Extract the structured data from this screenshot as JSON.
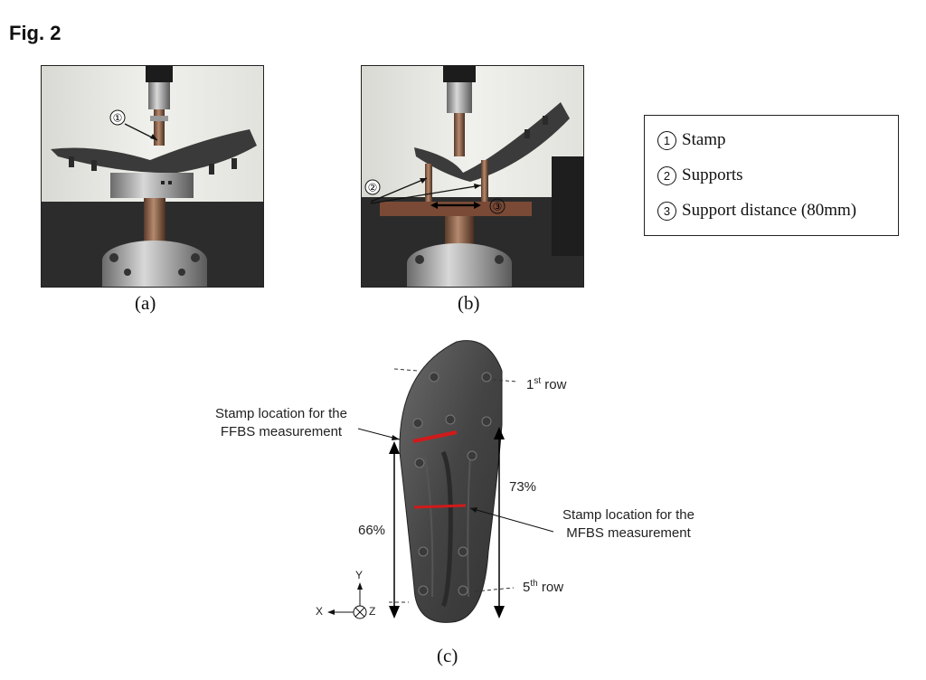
{
  "figure": {
    "title": "Fig. 2"
  },
  "panels": {
    "a": {
      "caption": "(a)",
      "marker": "①"
    },
    "b": {
      "caption": "(b)",
      "marker_supports": "②",
      "marker_distance": "③"
    },
    "c": {
      "caption": "(c)"
    }
  },
  "legend": {
    "items": [
      {
        "num": "1",
        "label": "Stamp"
      },
      {
        "num": "2",
        "label": "Supports"
      },
      {
        "num": "3",
        "label": "Support distance (80mm)"
      }
    ]
  },
  "annotations": {
    "row1_base": "1",
    "row1_sup": "st",
    "row1_suffix": " row",
    "row5_base": "5",
    "row5_sup": "th",
    "row5_suffix": " row",
    "ffbs_line1": "Stamp location for the",
    "ffbs_line2": "FFBS measurement",
    "mfbs_line1": "Stamp location for the",
    "mfbs_line2": "MFBS measurement",
    "pct_left": "66%",
    "pct_right": "73%",
    "axis_x": "X",
    "axis_y": "Y",
    "axis_z": "Z"
  },
  "colors": {
    "stamp_line": "#d11a1a",
    "sole": "#4a4a4a"
  }
}
